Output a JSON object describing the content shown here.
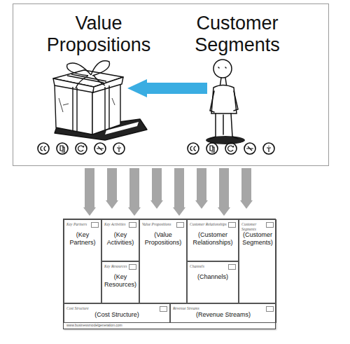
{
  "diagram": {
    "nodes": [
      {
        "text": [
          "Value Propositions",
          "Customer Segments"
        ]
      },
      {
        "text": [
          "www.businessmodelgeneration.com"
        ]
      },
      {
        "text": [
          "Key Partners",
          "(Key Partners)"
        ],
        "in": 1
      },
      {
        "text": [
          "Key Activities",
          "(Key Activities)"
        ],
        "in": 1
      },
      {
        "text": [
          "Key Resources",
          "(Key Resources)"
        ],
        "in": 1
      },
      {
        "text": [
          "Value Propositions",
          "(Value Propositions)"
        ],
        "in": 1
      },
      {
        "text": [
          "Customer Relationships",
          "(Customer Relationships)"
        ],
        "in": 1
      },
      {
        "text": [
          "Channels",
          "(Channels)"
        ],
        "in": 1
      },
      {
        "text": [
          "Customer Segments",
          "(Customer Segments)"
        ],
        "in": 1
      },
      {
        "text": [
          "Cost Structure",
          "(Cost Structure)"
        ],
        "in": 1
      },
      {
        "text": [
          "Revenue Streams",
          "(Revenue Streams)"
        ],
        "in": 1
      }
    ],
    "edges": [
      {
        "from": 0,
        "to": 1,
        "arrow": "to"
      },
      {
        "from": 0,
        "to": 1,
        "arrow": "to"
      },
      {
        "from": 0,
        "to": 1,
        "arrow": "to"
      },
      {
        "from": 0,
        "to": 1,
        "arrow": "to"
      },
      {
        "from": 0,
        "to": 1,
        "arrow": "to"
      },
      {
        "from": 0,
        "to": 1,
        "arrow": "to"
      },
      {
        "from": 0,
        "to": 1,
        "arrow": "to"
      },
      {
        "from": 0,
        "to": 1,
        "arrow": "to"
      }
    ]
  }
}
